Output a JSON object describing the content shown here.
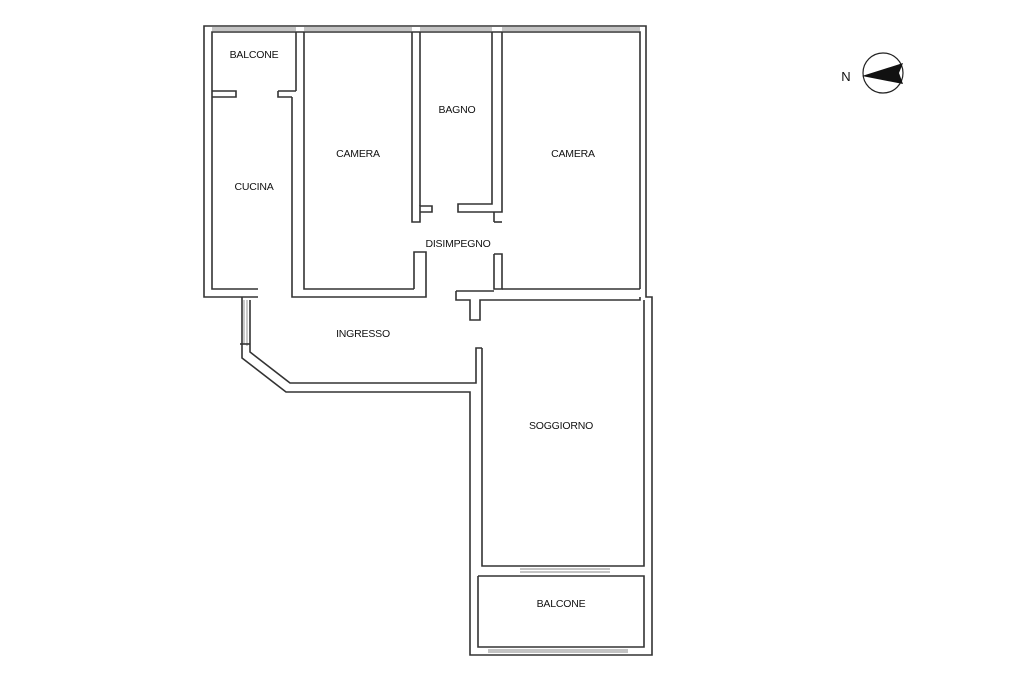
{
  "compass": {
    "letter": "N",
    "icon": "north-arrow-icon"
  },
  "rooms": [
    {
      "id": "balcone-top",
      "label": "BALCONE"
    },
    {
      "id": "cucina",
      "label": "CUCINA"
    },
    {
      "id": "camera-1",
      "label": "CAMERA"
    },
    {
      "id": "bagno",
      "label": "BAGNO"
    },
    {
      "id": "camera-2",
      "label": "CAMERA"
    },
    {
      "id": "disimpegno",
      "label": "DISIMPEGNO"
    },
    {
      "id": "ingresso",
      "label": "INGRESSO"
    },
    {
      "id": "soggiorno",
      "label": "SOGGIORNO"
    },
    {
      "id": "balcone-bottom",
      "label": "BALCONE"
    }
  ]
}
